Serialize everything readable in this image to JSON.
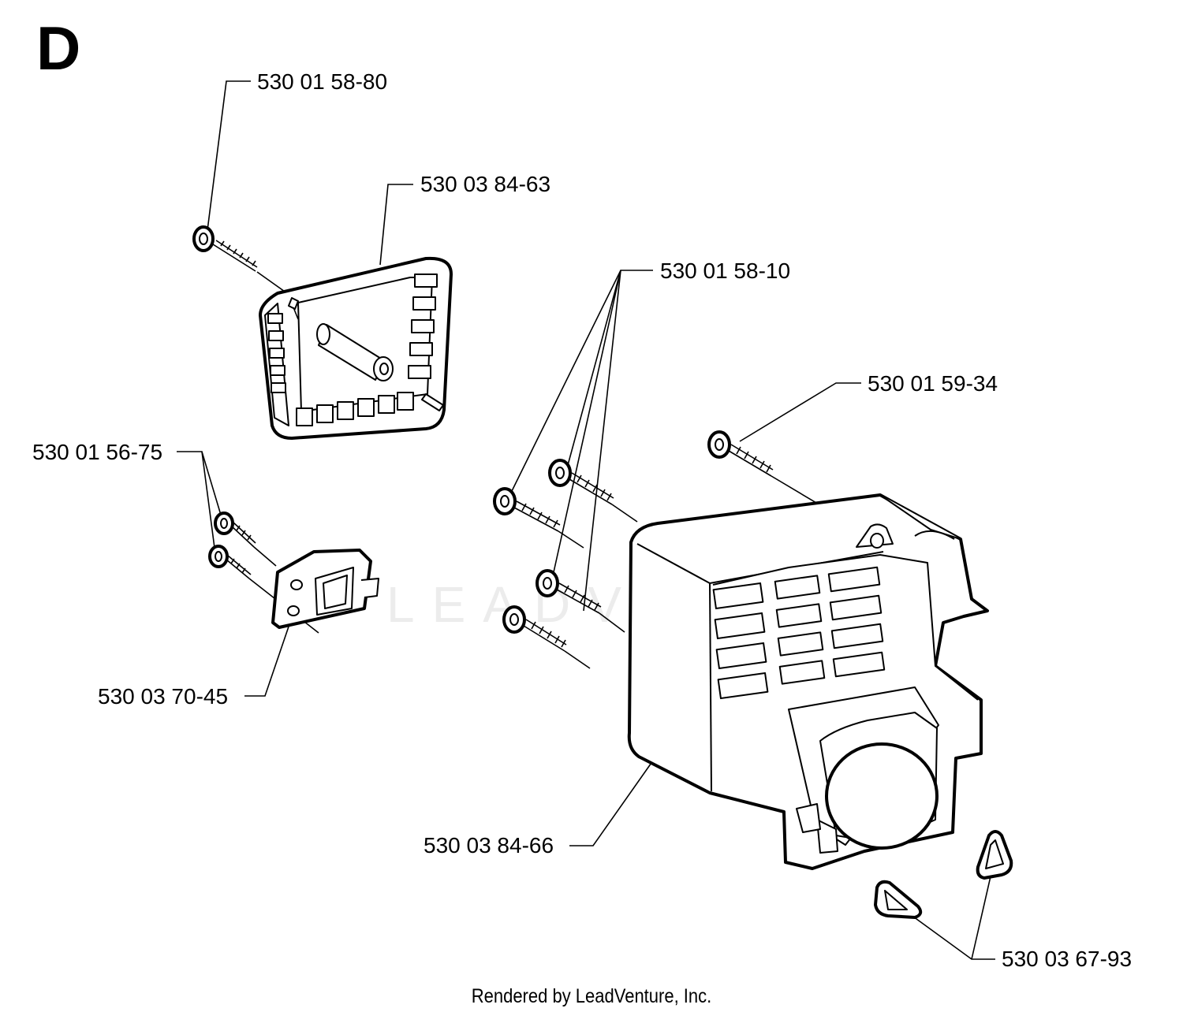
{
  "section_letter": "D",
  "parts": [
    {
      "id": "p1",
      "number": "530 01 58-80"
    },
    {
      "id": "p2",
      "number": "530 03 84-63"
    },
    {
      "id": "p3",
      "number": "530 01 58-10"
    },
    {
      "id": "p4",
      "number": "530 01 59-34"
    },
    {
      "id": "p5",
      "number": "530 01 56-75"
    },
    {
      "id": "p6",
      "number": "530 03 70-45"
    },
    {
      "id": "p7",
      "number": "530 03 84-66"
    },
    {
      "id": "p8",
      "number": "530 03 67-93"
    }
  ],
  "watermark": "LEADVENTURE",
  "credit": "Rendered by LeadVenture, Inc."
}
